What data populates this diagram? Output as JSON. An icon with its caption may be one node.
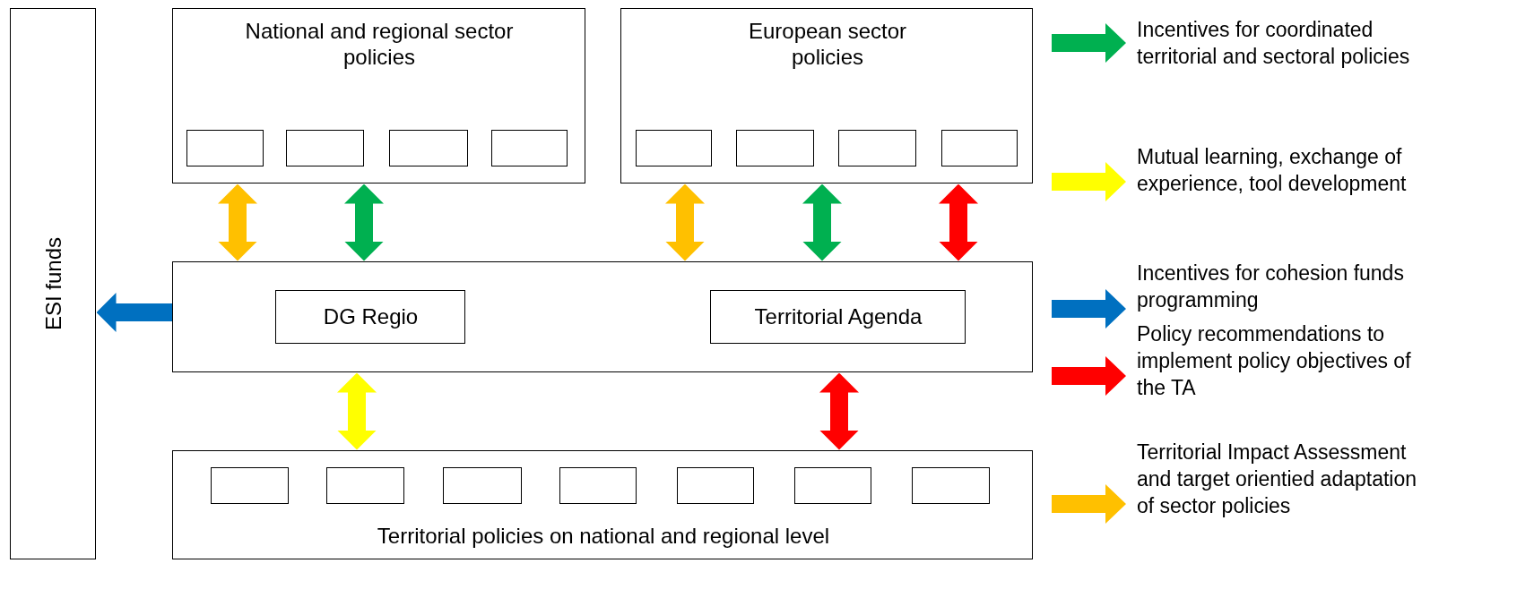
{
  "diagram": {
    "nodes": [
      {
        "text": [
          "ESI funds"
        ]
      },
      {
        "text": [
          "National and regional sector policies"
        ]
      },
      {
        "text": [],
        "shape": "box",
        "in": 1
      },
      {
        "text": [],
        "shape": "box",
        "in": 1
      },
      {
        "text": [],
        "shape": "box",
        "in": 1
      },
      {
        "text": [],
        "shape": "box",
        "in": 1
      },
      {
        "text": [
          "European sector policies"
        ]
      },
      {
        "text": [],
        "shape": "box",
        "in": 6
      },
      {
        "text": [],
        "shape": "box",
        "in": 6
      },
      {
        "text": [],
        "shape": "box",
        "in": 6
      },
      {
        "text": [],
        "shape": "box",
        "in": 6
      },
      {
        "text": [],
        "shape": "box"
      },
      {
        "text": [
          "DG Regio"
        ],
        "in": 11
      },
      {
        "text": [
          "Territorial Agenda"
        ],
        "in": 11
      },
      {
        "text": [
          "Territorial policies on national and regional level"
        ]
      },
      {
        "text": [],
        "shape": "box",
        "in": 14
      },
      {
        "text": [],
        "shape": "box",
        "in": 14
      },
      {
        "text": [],
        "shape": "box",
        "in": 14
      },
      {
        "text": [],
        "shape": "box",
        "in": 14
      },
      {
        "text": [],
        "shape": "box",
        "in": 14
      },
      {
        "text": [],
        "shape": "box",
        "in": 14
      },
      {
        "text": [],
        "shape": "box",
        "in": 14
      }
    ],
    "edges": [
      {
        "from": 1,
        "to": 11,
        "arrow": "both",
        "color": "#ffc000"
      },
      {
        "from": 1,
        "to": 11,
        "arrow": "both",
        "color": "#00b050"
      },
      {
        "from": 6,
        "to": 11,
        "arrow": "both",
        "color": "#ffc000"
      },
      {
        "from": 6,
        "to": 11,
        "arrow": "both",
        "color": "#00b050"
      },
      {
        "from": 6,
        "to": 11,
        "arrow": "both",
        "color": "#ff0000"
      },
      {
        "from": 11,
        "to": 14,
        "arrow": "both",
        "color": "#ffff00"
      },
      {
        "from": 11,
        "to": 14,
        "arrow": "both",
        "color": "#ff0000"
      },
      {
        "from": 11,
        "to": 0,
        "arrow": "to",
        "color": "#0070c0"
      }
    ],
    "legend": [
      {
        "text": "Incentives for coordinated territorial and sectoral policies",
        "color": "#00b050"
      },
      {
        "text": "Mutual learning, exchange of experience, tool development",
        "color": "#ffff00"
      },
      {
        "text": "Incentives for cohesion funds programming",
        "color": "#0070c0"
      },
      {
        "text": "Policy recommendations to implement policy objectives of the TA",
        "color": "#ff0000"
      },
      {
        "text": "Territorial Impact Assessment and target orientied adaptation of sector policies",
        "color": "#ffc000"
      }
    ]
  }
}
